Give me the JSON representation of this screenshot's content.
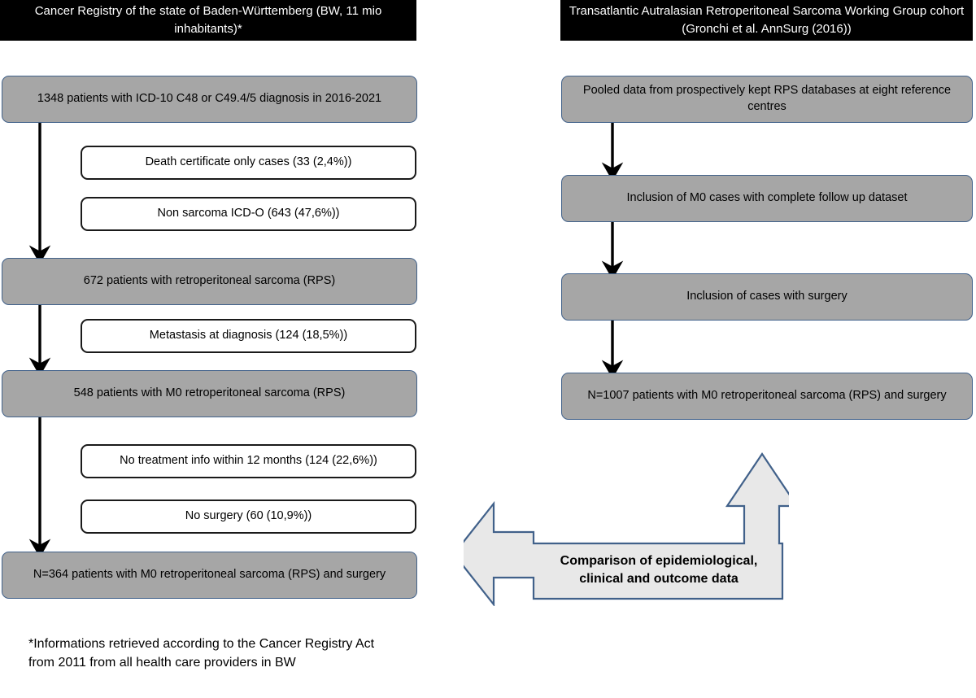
{
  "figure": {
    "type": "flowchart",
    "title": "Patient selection flow diagram comparing two retroperitoneal sarcoma cohorts"
  },
  "colors": {
    "header_background": "#000000",
    "header_text": "#ffffff",
    "node_fill": "#a6a6a6",
    "node_border": "#41618a",
    "exclusion_fill": "#ffffff",
    "exclusion_border": "#1a1a1a",
    "arrow_stroke": "#000000",
    "comparison_fill": "#e8e8e8",
    "comparison_border": "#41618a"
  },
  "left_column": {
    "header": "Cancer Registry of the state of Baden-Württemberg (BW, 11 mio inhabitants)*",
    "nodes": [
      {
        "id": "l1",
        "label": "1348 patients with ICD-10 C48 or C49.4/5 diagnosis in 2016-2021"
      },
      {
        "id": "l2",
        "label": "672 patients with retroperitoneal sarcoma (RPS)"
      },
      {
        "id": "l3",
        "label": "548 patients with M0 retroperitoneal sarcoma (RPS)"
      },
      {
        "id": "l4",
        "label": "N=364 patients with M0 retroperitoneal sarcoma (RPS) and surgery"
      }
    ],
    "exclusions": [
      {
        "id": "x1",
        "label": "Death certificate only cases (33 (2,4%))"
      },
      {
        "id": "x2",
        "label": "Non sarcoma ICD-O (643 (47,6%))"
      },
      {
        "id": "x3",
        "label": "Metastasis at diagnosis (124 (18,5%))"
      },
      {
        "id": "x4",
        "label": "No treatment info within 12 months (124 (22,6%))"
      },
      {
        "id": "x5",
        "label": "No surgery (60 (10,9%))"
      }
    ],
    "footnote": "*Informations retrieved according to the Cancer Registry Act from 2011 from all health care providers in BW"
  },
  "right_column": {
    "header": "Transatlantic Autralasian Retroperitoneal Sarcoma Working Group cohort (Gronchi et al. AnnSurg (2016))",
    "nodes": [
      {
        "id": "r1",
        "label": "Pooled data from prospectively kept RPS databases at eight reference centres"
      },
      {
        "id": "r2",
        "label": "Inclusion of M0 cases with complete follow up dataset"
      },
      {
        "id": "r3",
        "label": "Inclusion of cases with surgery"
      },
      {
        "id": "r4",
        "label": "N=1007 patients with M0 retroperitoneal sarcoma (RPS) and surgery"
      }
    ]
  },
  "comparison": {
    "label": "Comparison of epidemiological,\nclinical and outcome data",
    "shape": "bent-double-arrow-left-up"
  },
  "chart_data": {
    "type": "diagram",
    "title": "Cohort selection flowchart",
    "branches": [
      {
        "name": "Cancer Registry of the state of Baden-Württemberg (BW, 11 mio inhabitants)*",
        "steps": [
          {
            "label": "1348 patients with ICD-10 C48 or C49.4/5 diagnosis in 2016-2021",
            "n": 1348
          },
          {
            "label": "672 patients with retroperitoneal sarcoma (RPS)",
            "n": 672
          },
          {
            "label": "548 patients with M0 retroperitoneal sarcoma (RPS)",
            "n": 548
          },
          {
            "label": "N=364 patients with M0 retroperitoneal sarcoma (RPS) and surgery",
            "n": 364
          }
        ],
        "exclusions": [
          {
            "label": "Death certificate only cases",
            "n": 33,
            "pct": "2,4%"
          },
          {
            "label": "Non sarcoma ICD-O",
            "n": 643,
            "pct": "47,6%"
          },
          {
            "label": "Metastasis at diagnosis",
            "n": 124,
            "pct": "18,5%"
          },
          {
            "label": "No treatment info within 12 months",
            "n": 124,
            "pct": "22,6%"
          },
          {
            "label": "No surgery",
            "n": 60,
            "pct": "10,9%"
          }
        ]
      },
      {
        "name": "Transatlantic Autralasian Retroperitoneal Sarcoma Working Group cohort (Gronchi et al. AnnSurg (2016))",
        "steps": [
          {
            "label": "Pooled data from prospectively kept RPS databases at eight reference centres",
            "n": null
          },
          {
            "label": "Inclusion of M0 cases with complete follow up dataset",
            "n": null
          },
          {
            "label": "Inclusion of cases with surgery",
            "n": null
          },
          {
            "label": "N=1007 patients with M0 retroperitoneal sarcoma (RPS) and surgery",
            "n": 1007
          }
        ],
        "exclusions": []
      }
    ]
  }
}
